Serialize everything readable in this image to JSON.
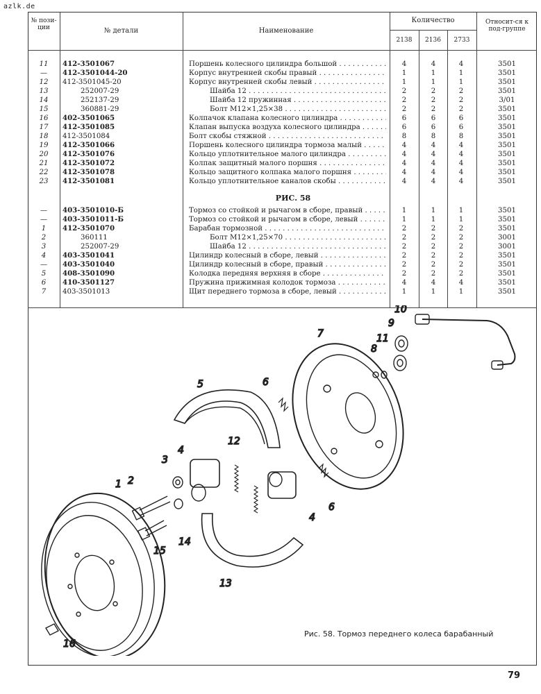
{
  "site_label": "azlk.de",
  "header": {
    "pos": "№ пози-ции",
    "part": "№ детали",
    "name": "Наименование",
    "qty": "Количество",
    "models": [
      "2138",
      "2136",
      "2733"
    ],
    "group": "Относит-ся к под-группе"
  },
  "rows_top": [
    {
      "pos": "11",
      "part": "412-3501067",
      "bold": true,
      "name": "Поршень колесного цилиндра большой",
      "q": [
        "4",
        "4",
        "4"
      ],
      "grp": "3501"
    },
    {
      "pos": "—",
      "part": "412-3501044-20",
      "bold": true,
      "name": "Корпус внутренней скобы правый",
      "q": [
        "1",
        "1",
        "1"
      ],
      "grp": "3501"
    },
    {
      "pos": "12",
      "part": "412-3501045-20",
      "bold": false,
      "name": "Корпус внутренней скобы левый",
      "q": [
        "1",
        "1",
        "1"
      ],
      "grp": "3501"
    },
    {
      "pos": "13",
      "part": "252007-29",
      "bold": false,
      "indent": true,
      "name": "Шайба 12",
      "q": [
        "2",
        "2",
        "2"
      ],
      "grp": "3501"
    },
    {
      "pos": "14",
      "part": "252137-29",
      "bold": false,
      "indent": true,
      "name": "Шайба 12 пружинная",
      "q": [
        "2",
        "2",
        "2"
      ],
      "grp": "3/01"
    },
    {
      "pos": "15",
      "part": "360881-29",
      "bold": false,
      "indent": true,
      "name": "Болт М12×1,25×38",
      "q": [
        "2",
        "2",
        "2"
      ],
      "grp": "3501"
    },
    {
      "pos": "16",
      "part": "402-3501065",
      "bold": true,
      "name": "Колпачок клапана колесного цилиндра",
      "q": [
        "6",
        "6",
        "6"
      ],
      "grp": "3501"
    },
    {
      "pos": "17",
      "part": "412-3501085",
      "bold": true,
      "name": "Клапан выпуска воздуха колесного цилиндра",
      "q": [
        "6",
        "6",
        "6"
      ],
      "grp": "3501"
    },
    {
      "pos": "18",
      "part": "412-3501084",
      "bold": false,
      "name": "Болт скобы стяжной",
      "q": [
        "8",
        "8",
        "8"
      ],
      "grp": "3501"
    },
    {
      "pos": "19",
      "part": "412-3501066",
      "bold": true,
      "name": "Поршень колесного цилиндра тормоза малый",
      "q": [
        "4",
        "4",
        "4"
      ],
      "grp": "3501"
    },
    {
      "pos": "20",
      "part": "412-3501076",
      "bold": true,
      "name": "Кольцо уплотнительное малого цилиндра",
      "q": [
        "4",
        "4",
        "4"
      ],
      "grp": "3501"
    },
    {
      "pos": "21",
      "part": "412-3501072",
      "bold": true,
      "name": "Колпак защитный малого поршня",
      "q": [
        "4",
        "4",
        "4"
      ],
      "grp": "3501"
    },
    {
      "pos": "22",
      "part": "412-3501078",
      "bold": true,
      "name": "Кольцо защитного колпака малого поршня",
      "q": [
        "4",
        "4",
        "4"
      ],
      "grp": "3501"
    },
    {
      "pos": "23",
      "part": "412-3501081",
      "bold": true,
      "name": "Кольцо уплотнительное каналов скобы",
      "q": [
        "4",
        "4",
        "4"
      ],
      "grp": "3501"
    }
  ],
  "section_title": "РИС. 58",
  "rows_bottom": [
    {
      "pos": "—",
      "part": "403-3501010-Б",
      "bold": true,
      "name": "Тормоз со стойкой и рычагом в сборе, правый",
      "q": [
        "1",
        "1",
        "1"
      ],
      "grp": "3501"
    },
    {
      "pos": "—",
      "part": "403-3501011-Б",
      "bold": true,
      "name": "Тормоз со стойкой и рычагом в сборе, левый",
      "q": [
        "1",
        "1",
        "1"
      ],
      "grp": "3501"
    },
    {
      "pos": "1",
      "part": "412-3501070",
      "bold": true,
      "name": "Барабан тормозной",
      "q": [
        "2",
        "2",
        "2"
      ],
      "grp": "3501"
    },
    {
      "pos": "2",
      "part": "360111",
      "bold": false,
      "indent": true,
      "name": "Болт М12×1,25×70",
      "q": [
        "2",
        "2",
        "2"
      ],
      "grp": "3001"
    },
    {
      "pos": "3",
      "part": "252007-29",
      "bold": false,
      "indent": true,
      "name": "Шайба 12",
      "q": [
        "2",
        "2",
        "2"
      ],
      "grp": "3001"
    },
    {
      "pos": "4",
      "part": "403-3501041",
      "bold": true,
      "name": "Цилиндр колесный в сборе, левый",
      "q": [
        "2",
        "2",
        "2"
      ],
      "grp": "3501"
    },
    {
      "pos": "—",
      "part": "403-3501040",
      "bold": true,
      "name": "Цилиндр колесный в сборе, правый",
      "q": [
        "2",
        "2",
        "2"
      ],
      "grp": "3501"
    },
    {
      "pos": "5",
      "part": "408-3501090",
      "bold": true,
      "name": "Колодка передняя верхняя в сборе",
      "q": [
        "2",
        "2",
        "2"
      ],
      "grp": "3501"
    },
    {
      "pos": "6",
      "part": "410-3501127",
      "bold": true,
      "name": "Пружина прижимная колодок тормоза",
      "q": [
        "4",
        "4",
        "4"
      ],
      "grp": "3501"
    },
    {
      "pos": "7",
      "part": "403-3501013",
      "bold": false,
      "name": "Щит переднего тормоза в сборе, левый",
      "q": [
        "1",
        "1",
        "1"
      ],
      "grp": "3501"
    }
  ],
  "figure": {
    "callouts": [
      "1",
      "2",
      "3",
      "4",
      "4",
      "5",
      "6",
      "6",
      "7",
      "8",
      "9",
      "10",
      "11",
      "12",
      "13",
      "14",
      "15",
      "16"
    ],
    "caption": "Рис. 58. Тормоз переднего колеса барабанный"
  },
  "page_number": "79"
}
